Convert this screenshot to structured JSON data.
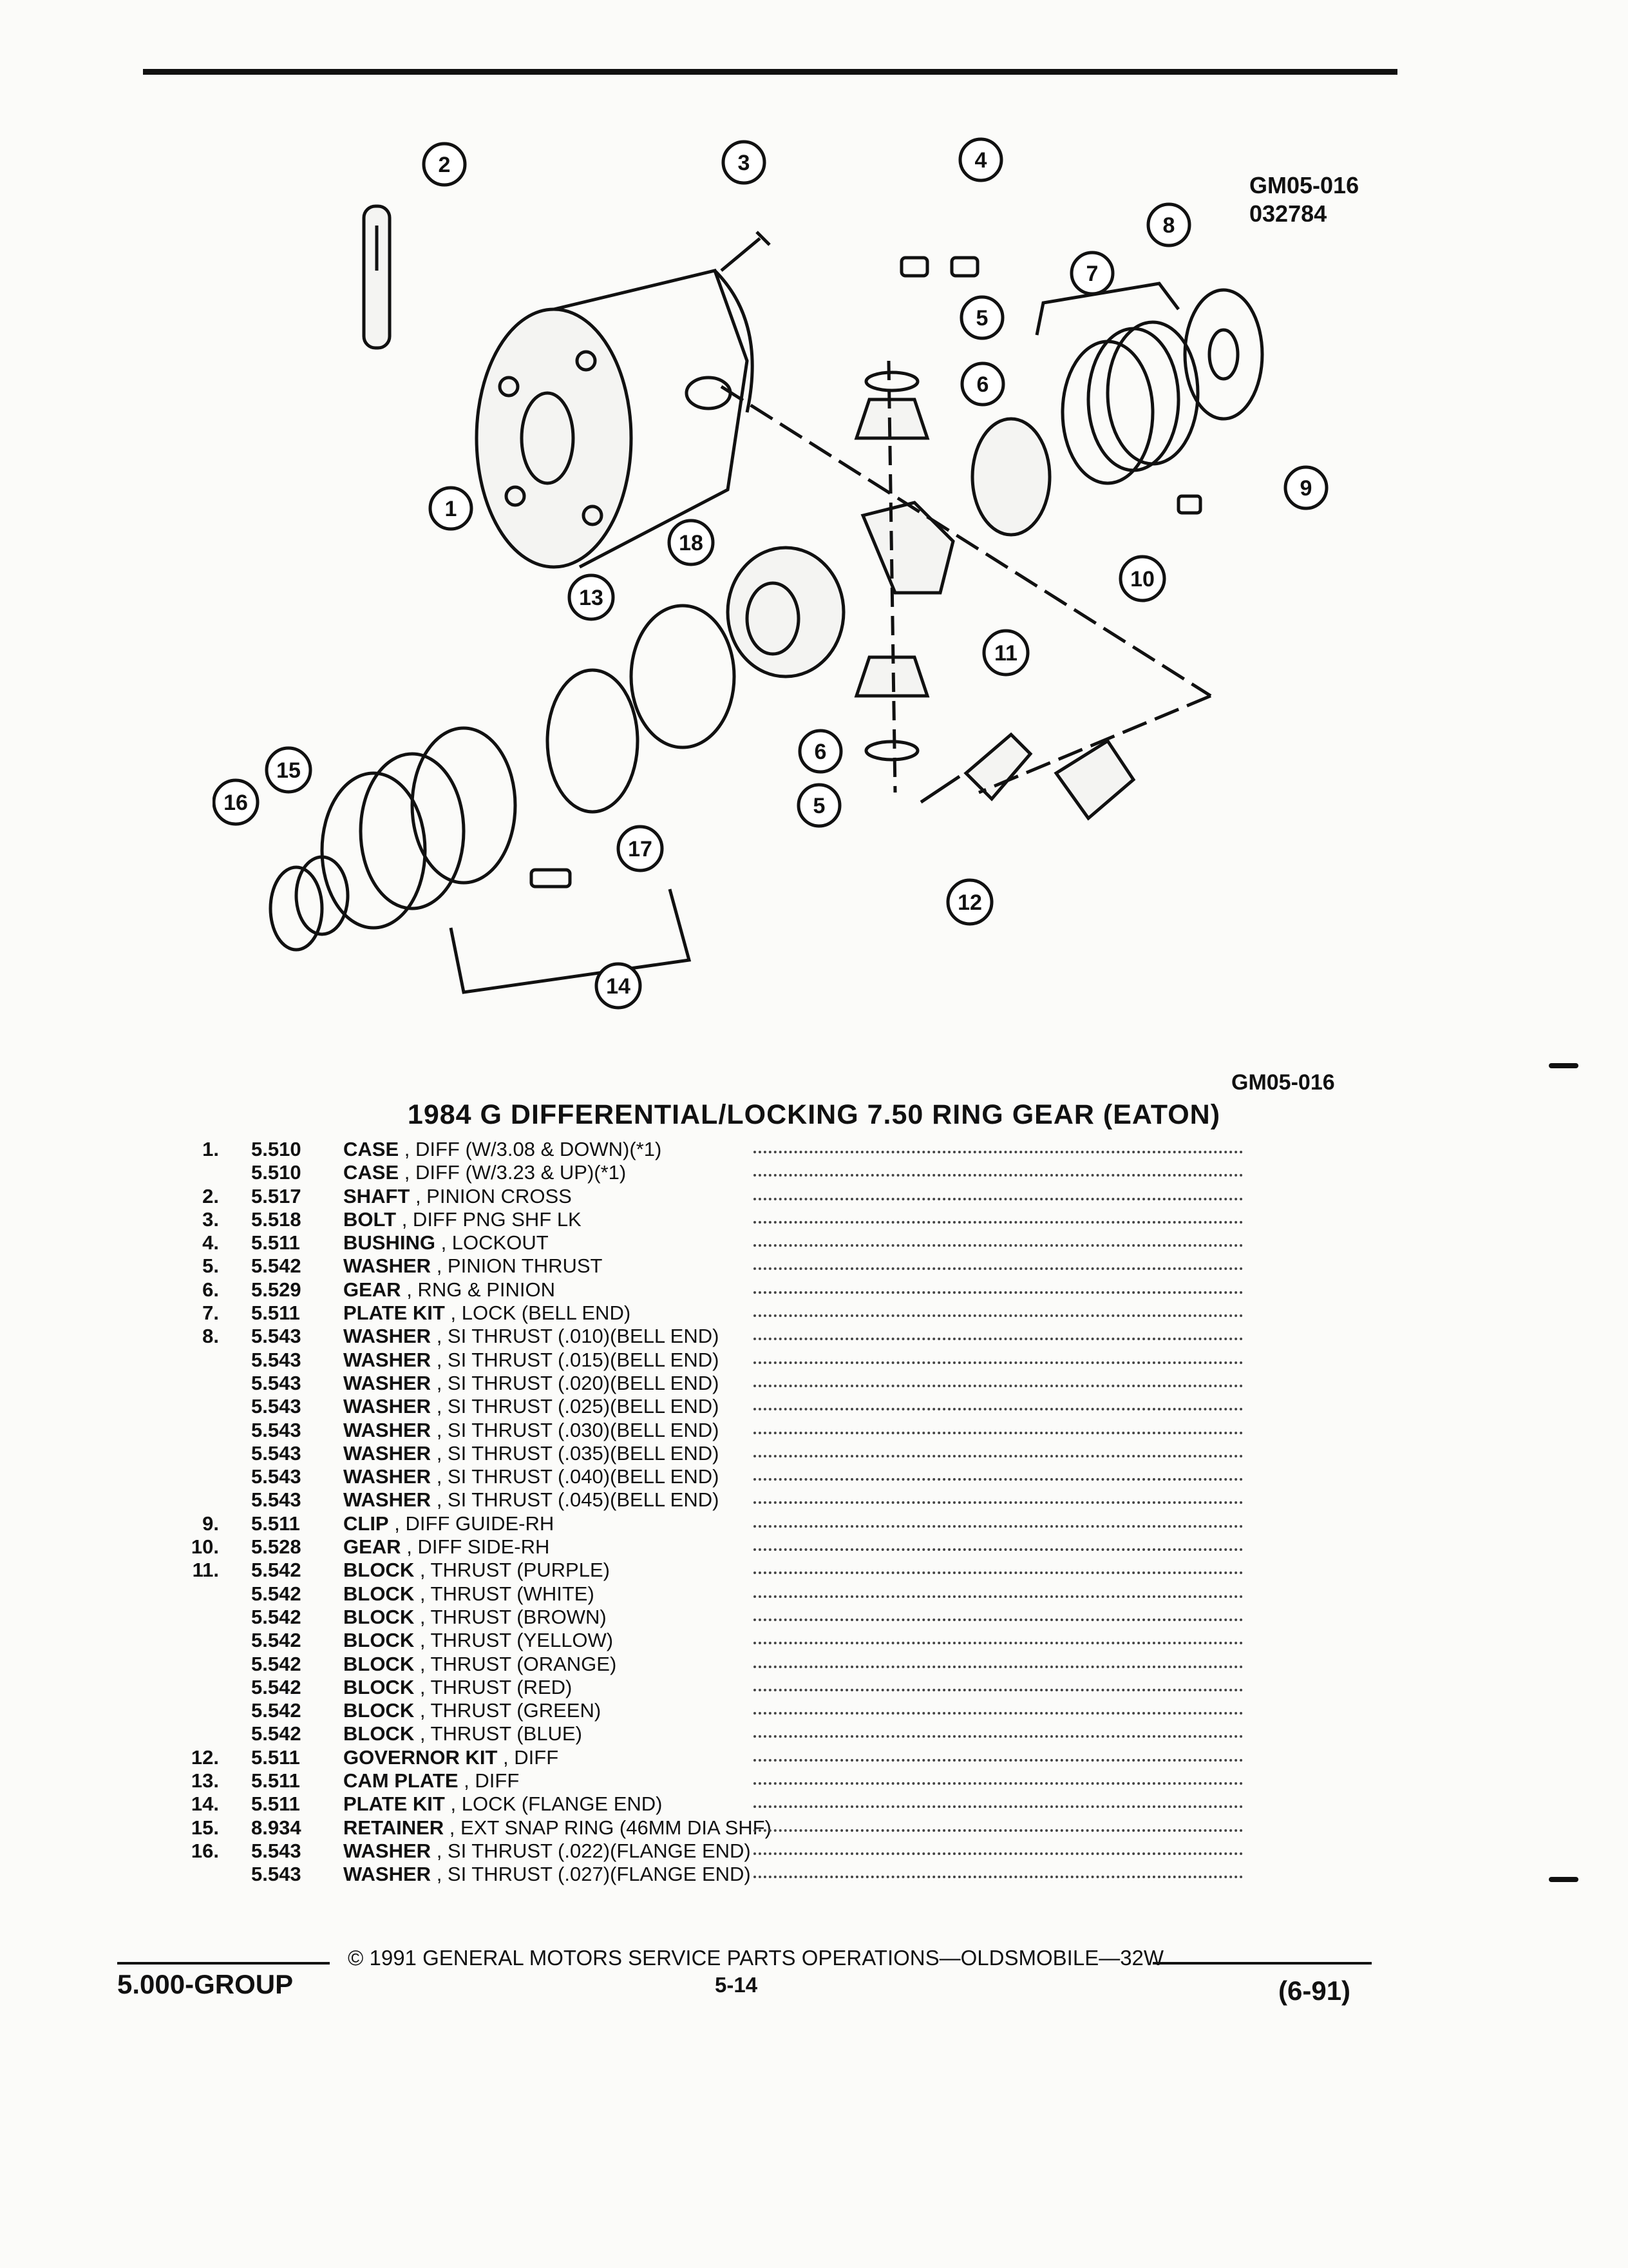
{
  "drawing": {
    "code_top": "GM05-016",
    "date_code": "032784",
    "code_bottom": "GM05-016",
    "callouts": [
      "1",
      "2",
      "3",
      "4",
      "5",
      "6",
      "7",
      "8",
      "9",
      "10",
      "11",
      "18",
      "13",
      "6",
      "5",
      "15",
      "16",
      "17",
      "12",
      "14"
    ]
  },
  "title": "1984 G DIFFERENTIAL/LOCKING 7.50 RING GEAR (EATON)",
  "parts": [
    {
      "item": "1.",
      "group": "5.510",
      "name": "CASE",
      "desc": ", DIFF (W/3.08 & DOWN)(*1)"
    },
    {
      "item": "",
      "group": "5.510",
      "name": "CASE",
      "desc": ", DIFF (W/3.23 & UP)(*1)"
    },
    {
      "item": "2.",
      "group": "5.517",
      "name": "SHAFT",
      "desc": ", PINION CROSS"
    },
    {
      "item": "3.",
      "group": "5.518",
      "name": "BOLT",
      "desc": ", DIFF PNG SHF LK"
    },
    {
      "item": "4.",
      "group": "5.511",
      "name": "BUSHING",
      "desc": ", LOCKOUT"
    },
    {
      "item": "5.",
      "group": "5.542",
      "name": "WASHER",
      "desc": ", PINION THRUST"
    },
    {
      "item": "6.",
      "group": "5.529",
      "name": "GEAR",
      "desc": ", RNG & PINION"
    },
    {
      "item": "7.",
      "group": "5.511",
      "name": "PLATE KIT",
      "desc": ", LOCK (BELL END)"
    },
    {
      "item": "8.",
      "group": "5.543",
      "name": "WASHER",
      "desc": ", SI THRUST (.010)(BELL END)"
    },
    {
      "item": "",
      "group": "5.543",
      "name": "WASHER",
      "desc": ", SI THRUST (.015)(BELL END)"
    },
    {
      "item": "",
      "group": "5.543",
      "name": "WASHER",
      "desc": ", SI THRUST (.020)(BELL END)"
    },
    {
      "item": "",
      "group": "5.543",
      "name": "WASHER",
      "desc": ", SI THRUST (.025)(BELL END)"
    },
    {
      "item": "",
      "group": "5.543",
      "name": "WASHER",
      "desc": ", SI THRUST (.030)(BELL END)"
    },
    {
      "item": "",
      "group": "5.543",
      "name": "WASHER",
      "desc": ", SI THRUST (.035)(BELL END)"
    },
    {
      "item": "",
      "group": "5.543",
      "name": "WASHER",
      "desc": ", SI THRUST (.040)(BELL END)"
    },
    {
      "item": "",
      "group": "5.543",
      "name": "WASHER",
      "desc": ", SI THRUST (.045)(BELL END)"
    },
    {
      "item": "9.",
      "group": "5.511",
      "name": "CLIP",
      "desc": ", DIFF GUIDE-RH"
    },
    {
      "item": "10.",
      "group": "5.528",
      "name": "GEAR",
      "desc": ", DIFF SIDE-RH"
    },
    {
      "item": "11.",
      "group": "5.542",
      "name": "BLOCK",
      "desc": ", THRUST (PURPLE)"
    },
    {
      "item": "",
      "group": "5.542",
      "name": "BLOCK",
      "desc": ", THRUST (WHITE)"
    },
    {
      "item": "",
      "group": "5.542",
      "name": "BLOCK",
      "desc": ", THRUST (BROWN)"
    },
    {
      "item": "",
      "group": "5.542",
      "name": "BLOCK",
      "desc": ", THRUST (YELLOW)"
    },
    {
      "item": "",
      "group": "5.542",
      "name": "BLOCK",
      "desc": ", THRUST (ORANGE)"
    },
    {
      "item": "",
      "group": "5.542",
      "name": "BLOCK",
      "desc": ", THRUST (RED)"
    },
    {
      "item": "",
      "group": "5.542",
      "name": "BLOCK",
      "desc": ", THRUST (GREEN)"
    },
    {
      "item": "",
      "group": "5.542",
      "name": "BLOCK",
      "desc": ", THRUST (BLUE)"
    },
    {
      "item": "12.",
      "group": "5.511",
      "name": "GOVERNOR KIT",
      "desc": ", DIFF"
    },
    {
      "item": "13.",
      "group": "5.511",
      "name": "CAM PLATE",
      "desc": ", DIFF"
    },
    {
      "item": "14.",
      "group": "5.511",
      "name": "PLATE KIT",
      "desc": ", LOCK (FLANGE END)"
    },
    {
      "item": "15.",
      "group": "8.934",
      "name": "RETAINER",
      "desc": ", EXT SNAP RING (46MM DIA SHF)"
    },
    {
      "item": "16.",
      "group": "5.543",
      "name": "WASHER",
      "desc": ", SI THRUST (.022)(FLANGE END)"
    },
    {
      "item": "",
      "group": "5.543",
      "name": "WASHER",
      "desc": ", SI THRUST (.027)(FLANGE END)"
    }
  ],
  "footer": {
    "group": "5.000-GROUP",
    "copyright": "© 1991 GENERAL MOTORS SERVICE PARTS OPERATIONS—OLDSMOBILE—32W",
    "page": "5-14",
    "date": "(6-91)"
  }
}
